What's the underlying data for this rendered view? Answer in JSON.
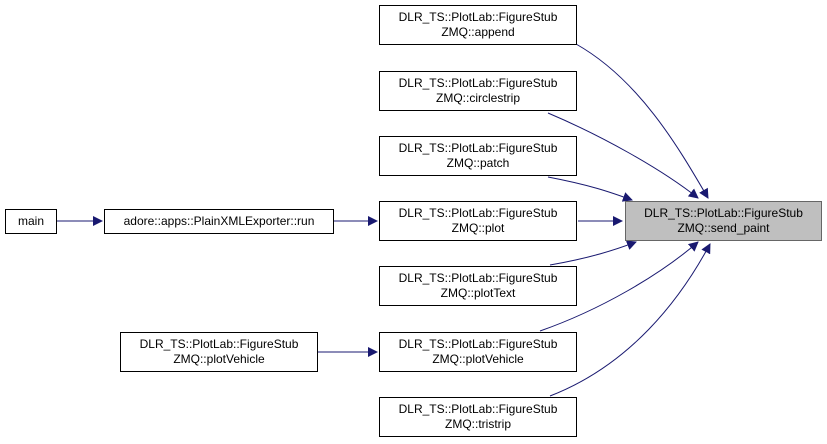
{
  "colors": {
    "edge": "#191970",
    "focus_fill": "#bfbfbf",
    "node_border": "#000000"
  },
  "nodes": {
    "send_paint": {
      "line1": "DLR_TS::PlotLab::FigureStub",
      "line2": "ZMQ::send_paint"
    },
    "append": {
      "line1": "DLR_TS::PlotLab::FigureStub",
      "line2": "ZMQ::append"
    },
    "circlestrip": {
      "line1": "DLR_TS::PlotLab::FigureStub",
      "line2": "ZMQ::circlestrip"
    },
    "patch": {
      "line1": "DLR_TS::PlotLab::FigureStub",
      "line2": "ZMQ::patch"
    },
    "plot": {
      "line1": "DLR_TS::PlotLab::FigureStub",
      "line2": "ZMQ::plot"
    },
    "plotText": {
      "line1": "DLR_TS::PlotLab::FigureStub",
      "line2": "ZMQ::plotText"
    },
    "plotVehicle": {
      "line1": "DLR_TS::PlotLab::FigureStub",
      "line2": "ZMQ::plotVehicle"
    },
    "plotVehicle2": {
      "line1": "DLR_TS::PlotLab::FigureStub",
      "line2": "ZMQ::plotVehicle"
    },
    "tristrip": {
      "line1": "DLR_TS::PlotLab::FigureStub",
      "line2": "ZMQ::tristrip"
    },
    "run": {
      "line1": "adore::apps::PlainXMLExporter::run"
    },
    "main": {
      "line1": "main"
    }
  }
}
